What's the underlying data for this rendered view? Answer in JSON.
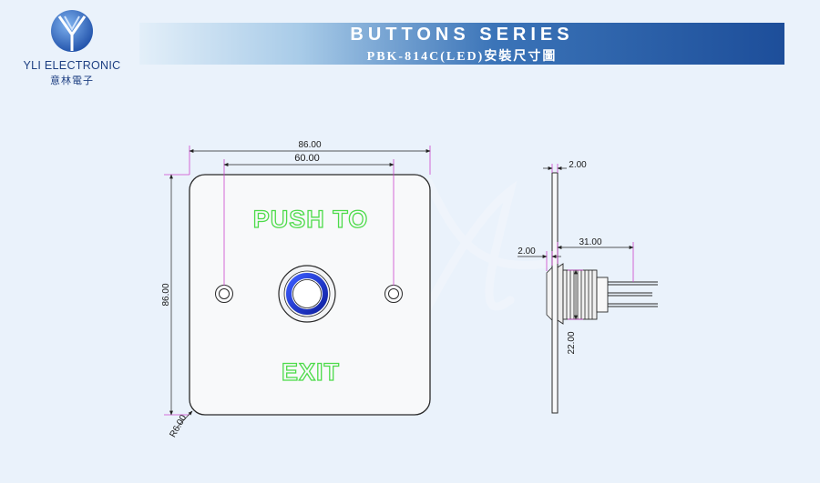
{
  "logo": {
    "brand": "YLI ELECTRONIC",
    "brand_cn": "意林電子"
  },
  "header": {
    "series": "BUTTONS SERIES",
    "model": "PBK-814C(LED)安裝尺寸圖"
  },
  "front_view": {
    "width_label": "86.00",
    "hole_spacing_label": "60.00",
    "height_label": "86.00",
    "radius_label": "R6.00",
    "top_text": "PUSH TO",
    "bottom_text": "EXIT"
  },
  "side_view": {
    "plate_thickness_label": "2.00",
    "bezel_label": "2.00",
    "body_length_label": "31.00",
    "body_diameter_label": "22.00"
  },
  "colors": {
    "label_green": "#4ddb4a",
    "ring_blue": "#2340c9",
    "dim_line": "#cc44cc",
    "banner_dark": "#1d4e9a"
  }
}
